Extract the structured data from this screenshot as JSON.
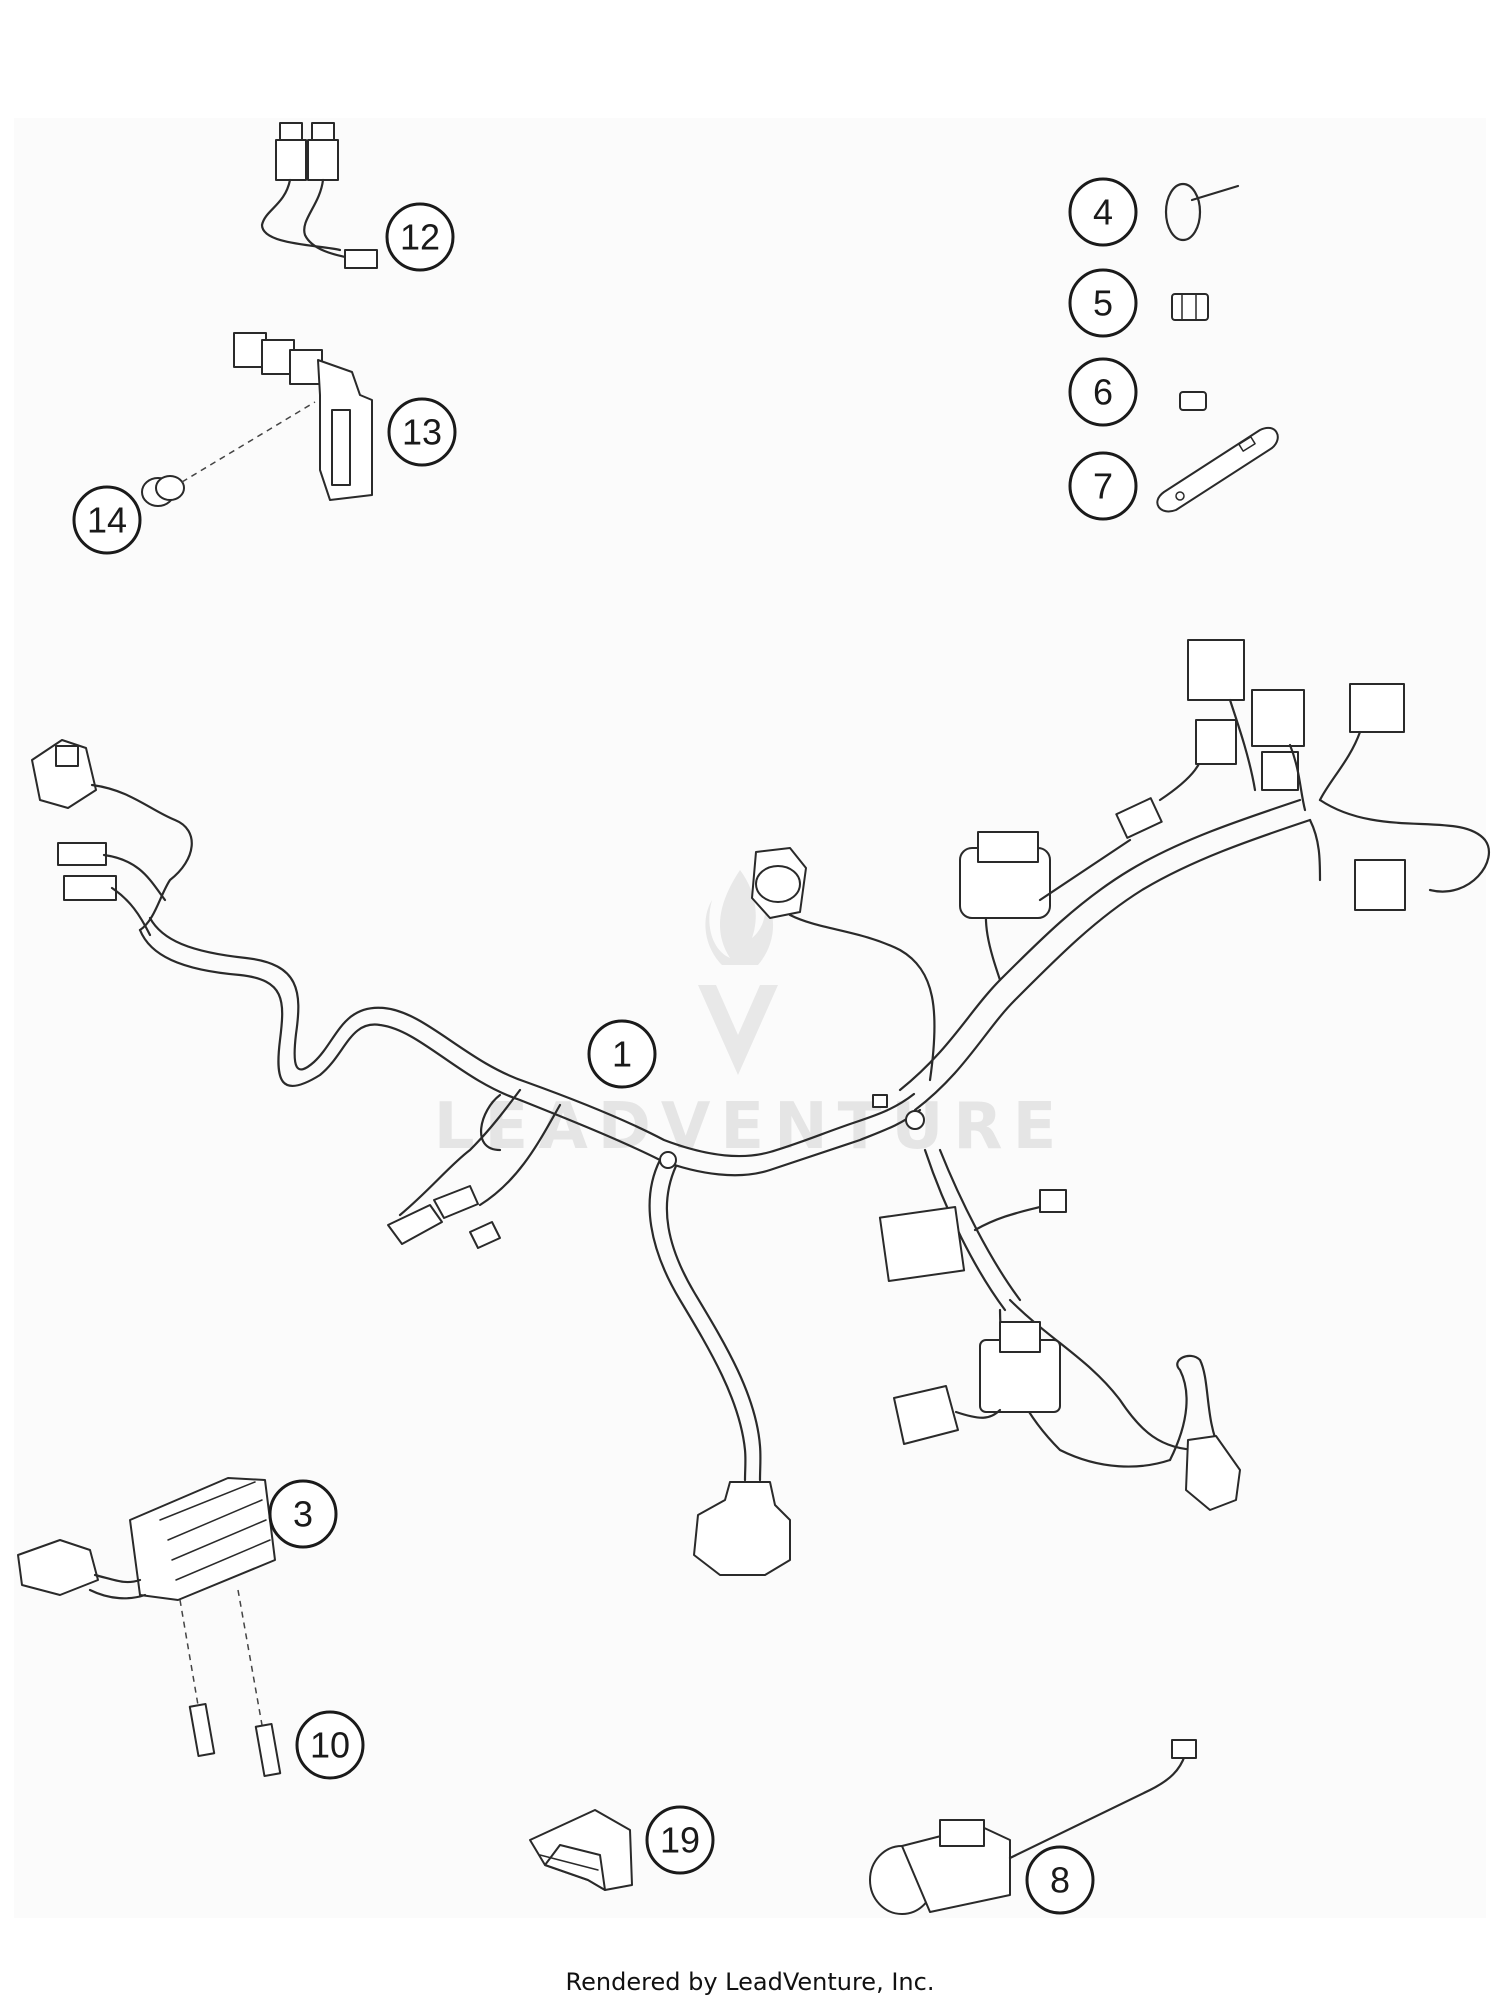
{
  "watermark": {
    "text": "LEADVENTURE"
  },
  "callouts": [
    {
      "id": "1",
      "label": "1"
    },
    {
      "id": "3",
      "label": "3"
    },
    {
      "id": "4",
      "label": "4"
    },
    {
      "id": "5",
      "label": "5"
    },
    {
      "id": "6",
      "label": "6"
    },
    {
      "id": "7",
      "label": "7"
    },
    {
      "id": "8",
      "label": "8"
    },
    {
      "id": "10",
      "label": "10"
    },
    {
      "id": "12",
      "label": "12"
    },
    {
      "id": "13",
      "label": "13"
    },
    {
      "id": "14",
      "label": "14"
    },
    {
      "id": "19",
      "label": "19"
    }
  ],
  "footer": {
    "text": "Rendered by LeadVenture, Inc."
  }
}
